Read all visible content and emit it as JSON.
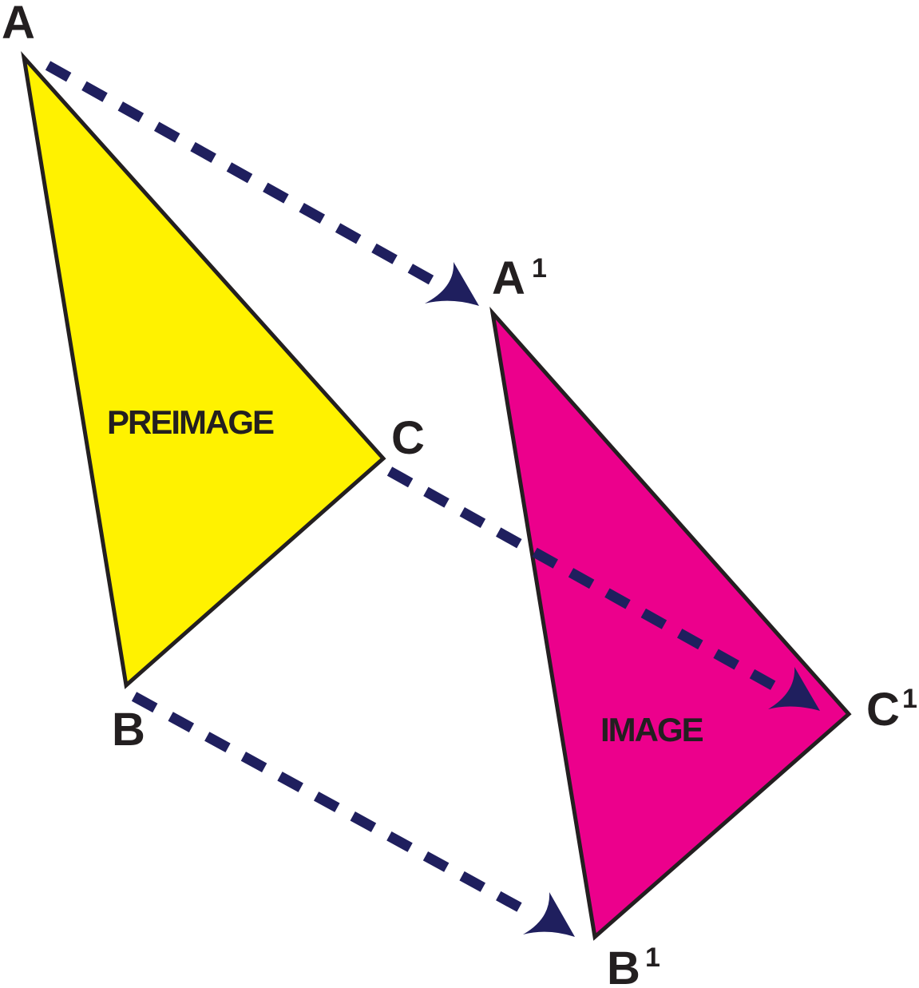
{
  "colors": {
    "preimage_fill": "#fff200",
    "image_fill": "#ec008c",
    "outline": "#231f20",
    "arrow": "#1f1f5e"
  },
  "labels": {
    "a": "A",
    "b": "B",
    "c": "C",
    "a1_letter": "A",
    "a1_sup": "1",
    "b1_letter": "B",
    "b1_sup": "1",
    "c1_letter": "C",
    "c1_sup": "1",
    "preimage": "PREIMAGE",
    "image": "IMAGE"
  }
}
